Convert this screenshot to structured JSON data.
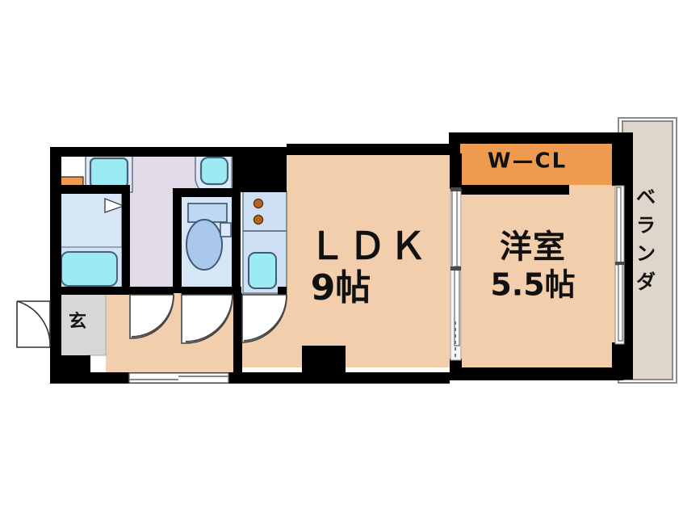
{
  "plan": {
    "title": "間取り図",
    "type": "1LDK apartment floor plan",
    "colors": {
      "wall": "#000000",
      "living_floor": "#f2cead",
      "closet_fill": "#ee9b4f",
      "veranda_fill": "#ded5cb",
      "genkan_fill": "#d7d7d7",
      "sanitary_floor": "#e2dbe8",
      "bath_floor": "#d6e6f7",
      "fixture_cyan": "#9ceaf2",
      "fixture_blue": "#b9d6f2",
      "toilet_blue": "#a9c8ec",
      "burner_brown": "#b5651d",
      "door_line": "#555555"
    }
  },
  "rooms": [
    {
      "key": "ldk",
      "name": "LDK",
      "label": "ＬＤＫ",
      "size_label": "9帖",
      "size_value": 9,
      "unit": "帖"
    },
    {
      "key": "washitsu",
      "name": "洋室",
      "label": "洋室",
      "size_label": "5.5帖",
      "size_value": 5.5,
      "unit": "帖"
    },
    {
      "key": "wcl",
      "name": "Walk-in closet",
      "label": "W—CL"
    },
    {
      "key": "veranda",
      "name": "ベランダ",
      "label": "ベランダ"
    },
    {
      "key": "genkan",
      "name": "玄関",
      "label": "玄"
    }
  ],
  "fixtures": [
    {
      "key": "vanity-mirror",
      "label": "洗面鏡"
    },
    {
      "key": "washing-machine",
      "label": "洗濯機置場"
    },
    {
      "key": "bathtub",
      "label": "浴槽"
    },
    {
      "key": "wash-basin",
      "label": "洗面台"
    },
    {
      "key": "toilet",
      "label": "トイレ"
    },
    {
      "key": "toilet-tank",
      "label": "タンク"
    },
    {
      "key": "kitchen-sink",
      "label": "シンク"
    },
    {
      "key": "gas-burners",
      "label": "コンロ",
      "count": 2
    },
    {
      "key": "shoe-box",
      "label": "下足入"
    }
  ],
  "openings": [
    {
      "key": "entrance-door",
      "label": "玄関ドア",
      "kind": "swing"
    },
    {
      "key": "bath-door",
      "label": "浴室ドア",
      "kind": "swing"
    },
    {
      "key": "toilet-door",
      "label": "トイレドア",
      "kind": "swing"
    },
    {
      "key": "kitchen-door",
      "label": "LDKドア",
      "kind": "swing"
    },
    {
      "key": "ldk-bedroom-slider",
      "label": "引戸",
      "kind": "sliding"
    },
    {
      "key": "veranda-slider",
      "label": "掃出し窓",
      "kind": "sliding"
    },
    {
      "key": "ldk-window",
      "label": "窓",
      "kind": "window"
    },
    {
      "key": "hall-window",
      "label": "窓",
      "kind": "window"
    }
  ]
}
